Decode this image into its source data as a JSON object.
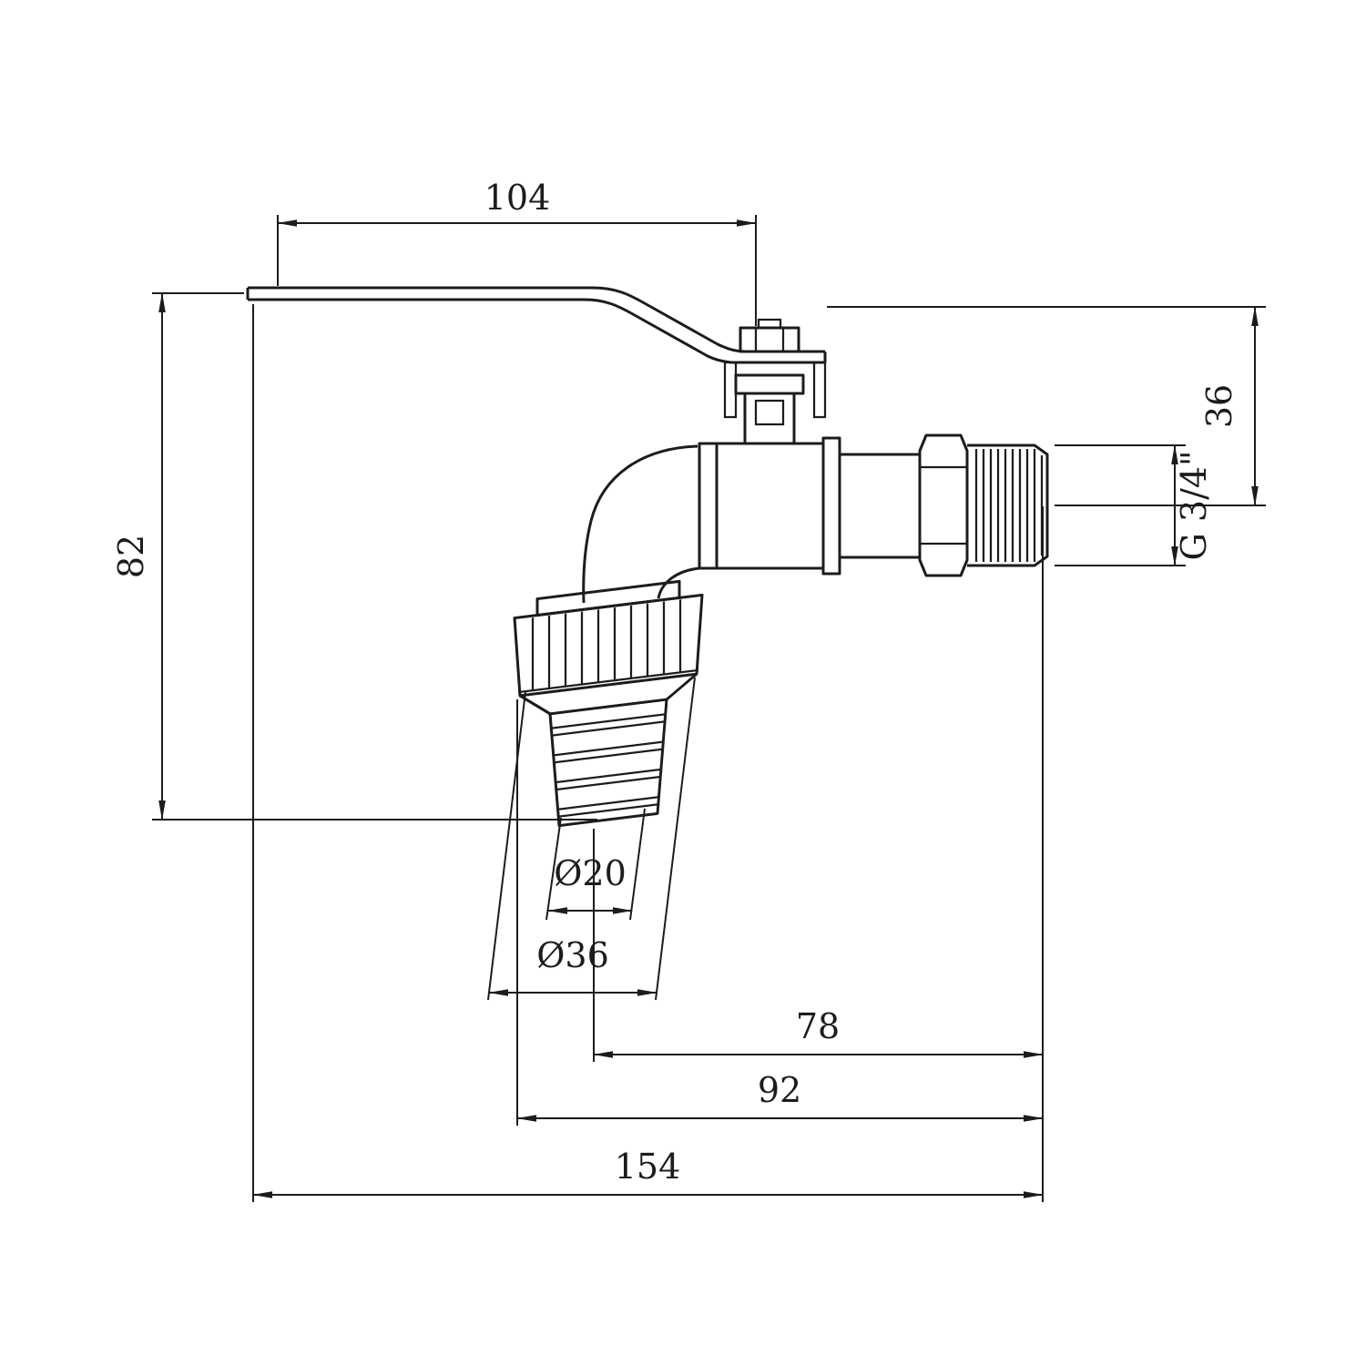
{
  "meta": {
    "background_color": "#ffffff",
    "line_color": "#1c1c1c",
    "drawing_type": "garden-tap-ball-valve-dimension-drawing"
  },
  "labels": {
    "handle_length": "104",
    "overall_height": "82",
    "inlet_offset": "36",
    "thread_size": "G 3/4\"",
    "hose_bore_diameter": "Ø20",
    "hose_nut_diameter": "Ø36",
    "body_length": "78",
    "outlet_length": "92",
    "overall_length": "154"
  }
}
